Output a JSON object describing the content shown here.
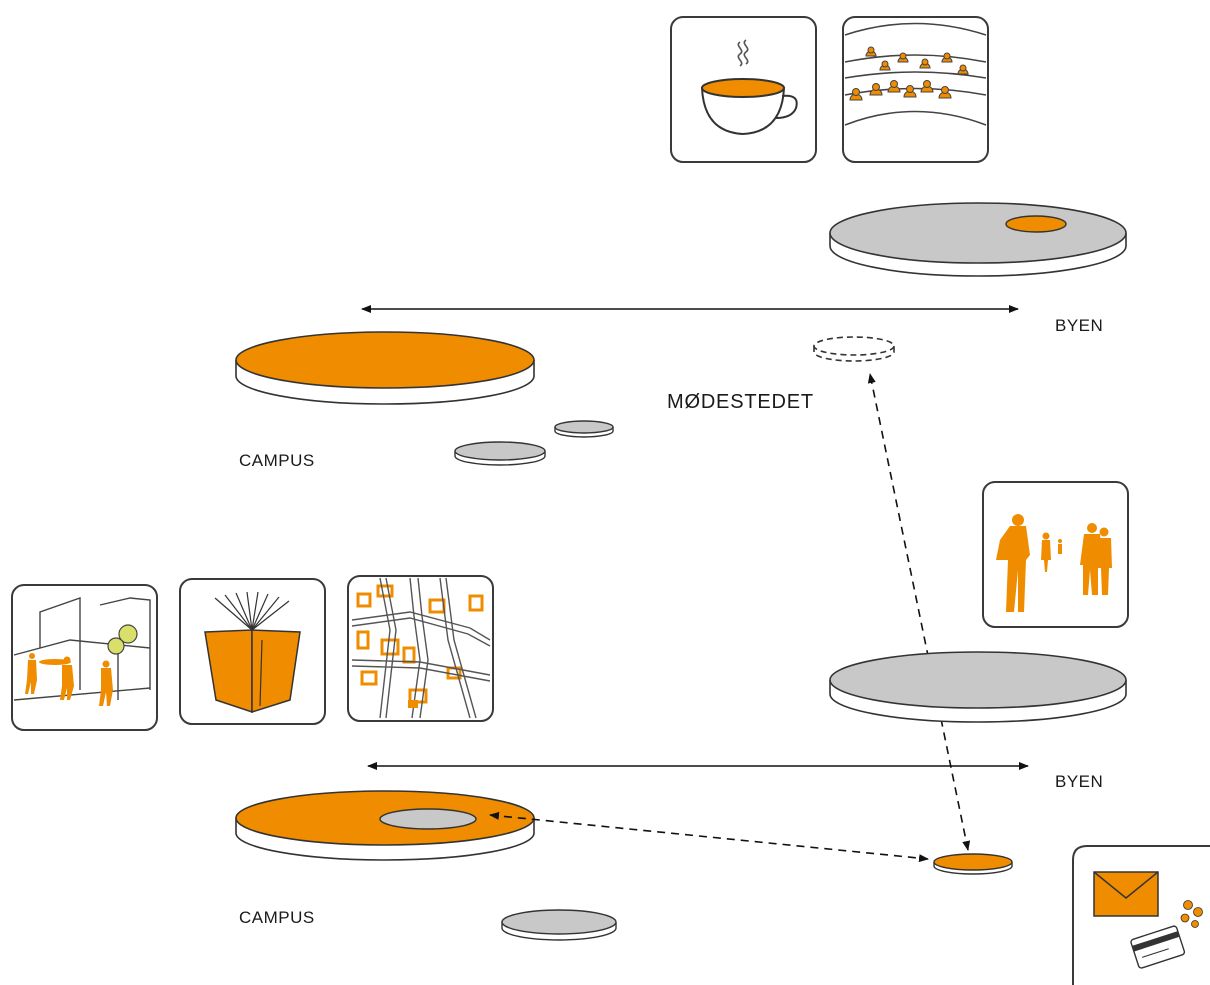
{
  "labels": {
    "campus_top": "CAMPUS",
    "byen_top": "BYEN",
    "modestedet": "MØDESTEDET",
    "campus_bottom": "CAMPUS",
    "byen_bottom": "BYEN"
  },
  "colors": {
    "orange": "#EF8C00",
    "gray": "#C8C8C8",
    "outline": "#3a3a3a",
    "white": "#ffffff"
  },
  "icons": [
    "coffee-cup-icon",
    "lecture-hall-audience-icon",
    "people-silhouettes-icon",
    "street-scene-people-icon",
    "open-book-icon",
    "city-map-icon",
    "envelope-card-coins-icon"
  ]
}
